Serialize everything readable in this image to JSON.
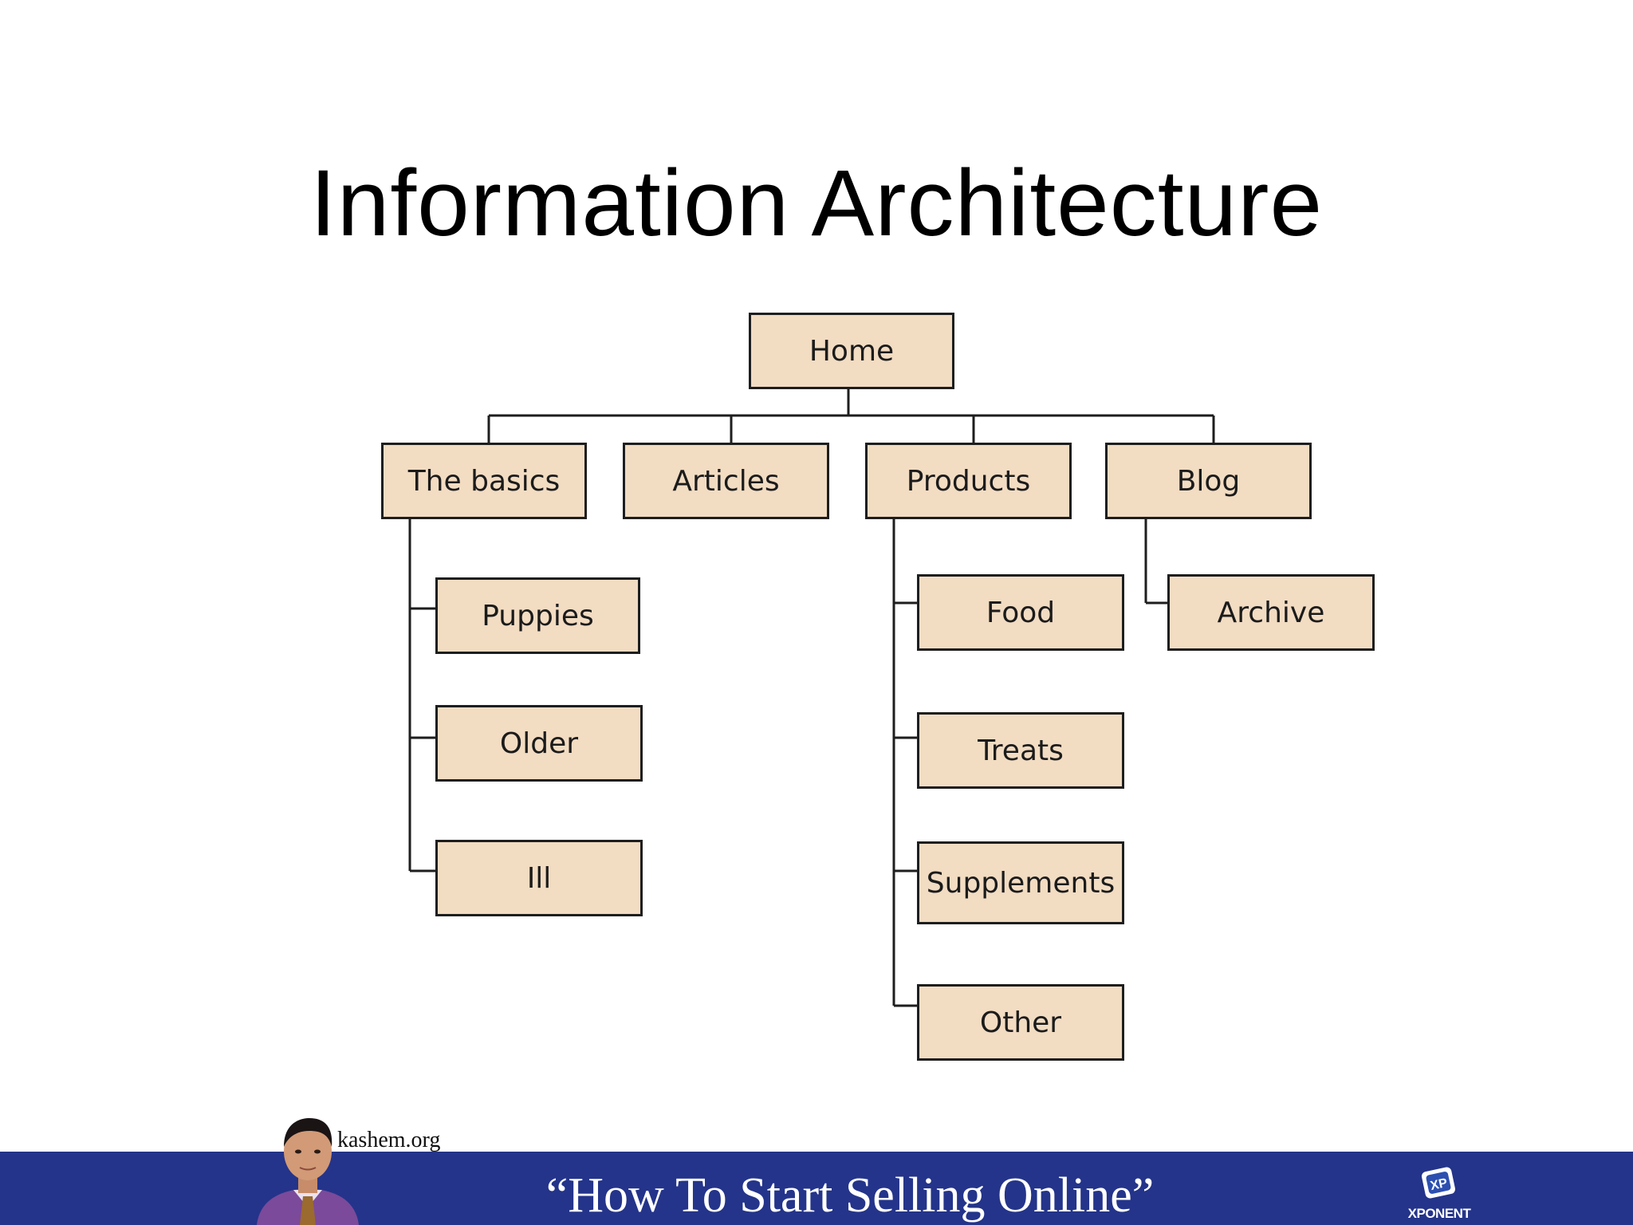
{
  "slide": {
    "title": "Information Architecture"
  },
  "sitemap": {
    "root": "Home",
    "sections": [
      {
        "label": "The basics",
        "children": [
          "Puppies",
          "Older",
          "Ill"
        ]
      },
      {
        "label": "Articles",
        "children": []
      },
      {
        "label": "Products",
        "children": [
          "Food",
          "Treats",
          "Supplements",
          "Other"
        ]
      },
      {
        "label": "Blog",
        "children": [
          "Archive"
        ]
      }
    ]
  },
  "footer": {
    "site": "kashem.org",
    "tagline": "“How To Start Selling Online”",
    "logo_text": "XPONENT"
  },
  "colors": {
    "node_fill": "#f2dcc2",
    "node_border": "#1e1e1e",
    "footer_bg": "#24348a"
  }
}
